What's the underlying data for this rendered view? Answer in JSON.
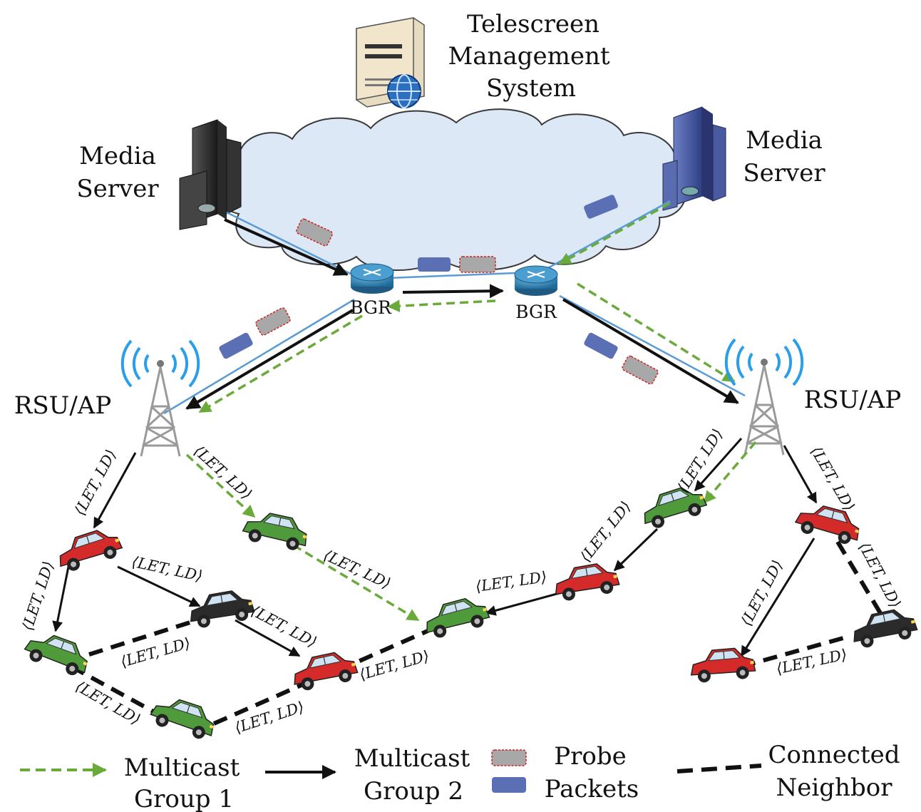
{
  "labels": {
    "tms_line1": "Telescreen",
    "tms_line2": "Management",
    "tms_line3": "System",
    "media_left_1": "Media",
    "media_left_2": "Server",
    "media_right_1": "Media",
    "media_right_2": "Server",
    "bgr_left": "BGR",
    "bgr_right": "BGR",
    "rsu_left": "RSU/AP",
    "rsu_right": "RSU/AP",
    "link_tag": "⟨LET, LD⟩"
  },
  "legend": {
    "group1_line1": "Multicast",
    "group1_line2": "Group 1",
    "group2_line1": "Multicast",
    "group2_line2": "Group 2",
    "probe": "Probe",
    "packets": "Packets",
    "neighbor_line1": "Connected",
    "neighbor_line2": "Neighbor"
  },
  "colors": {
    "cloud_fill": "#dce8f5",
    "cloud_stroke": "#3a3a3a",
    "link_blue": "#5b9bd5",
    "group1_green": "#6aaa3a",
    "group2_black": "#111111",
    "packet_blue": "#5b6fb5",
    "probe_gray": "#a8a8a8",
    "probe_border": "#d02020",
    "car_red": "#d42a2a",
    "car_green": "#4f9a3a",
    "car_black": "#2b2b2b",
    "router_blue": "#2f7fb0",
    "tower_gray": "#9a9a9a",
    "wifi_blue": "#2a9ee8"
  }
}
